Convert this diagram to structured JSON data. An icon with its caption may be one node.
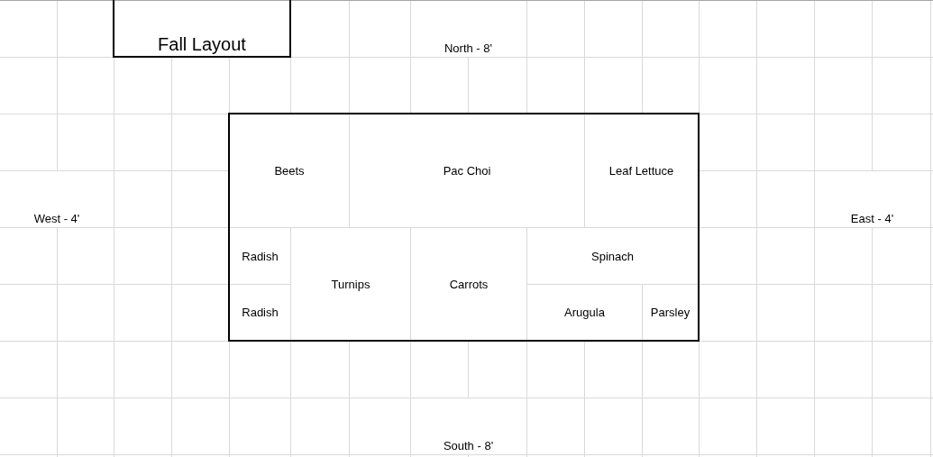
{
  "diagram": {
    "title": "Fall Layout",
    "nodes": [
      {
        "text": [],
        "shape": "box"
      },
      {
        "text": [
          "Beets"
        ],
        "in": 0
      },
      {
        "text": [
          "Pac Choi"
        ],
        "in": 0
      },
      {
        "text": [
          "Leaf Lettuce"
        ],
        "in": 0
      },
      {
        "text": [
          "Radish"
        ],
        "in": 0
      },
      {
        "text": [
          "Turnips"
        ],
        "in": 0
      },
      {
        "text": [
          "Carrots"
        ],
        "in": 0
      },
      {
        "text": [
          "Spinach"
        ],
        "in": 0
      },
      {
        "text": [
          "Radish"
        ],
        "in": 0
      },
      {
        "text": [
          "Arugula"
        ],
        "in": 0
      },
      {
        "text": [
          "Parsley"
        ],
        "in": 0
      }
    ],
    "labels": [
      "North - 8'",
      "West - 4'",
      "East - 4'",
      "South - 8'"
    ]
  }
}
